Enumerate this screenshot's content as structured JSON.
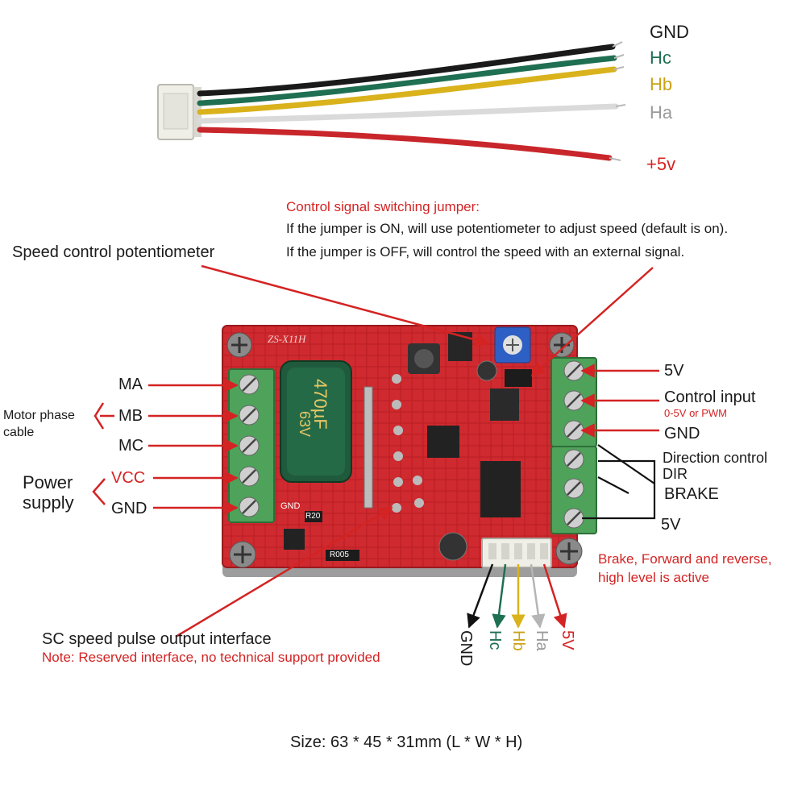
{
  "wire_labels": {
    "gnd": "GND",
    "hc": "Hc",
    "hb": "Hb",
    "ha": "Ha",
    "plus5v": "+5v"
  },
  "jumper_note": {
    "title": "Control signal switching jumper:",
    "line_on": "If the jumper is ON, will use potentiometer to adjust speed (default is on).",
    "line_off": "If  the jumper is OFF, will control the speed with an external signal."
  },
  "potentiometer_label": "Speed control potentiometer",
  "left_terminals": {
    "ma": "MA",
    "mb": "MB",
    "mc": "MC",
    "vcc": "VCC",
    "gnd": "GND"
  },
  "motor_phase_cable": {
    "line1": "Motor phase",
    "line2": "cable"
  },
  "power_supply": {
    "line1": "Power",
    "line2": "supply"
  },
  "right_terminals": {
    "v5_top": "5V",
    "control_input": "Control input",
    "control_input_sub": "0-5V or PWM",
    "gnd": "GND",
    "direction_control": "Direction control",
    "dir": "DIR",
    "brake": "BRAKE",
    "v5_bottom": "5V"
  },
  "brake_note": {
    "line1": "Brake, Forward and reverse,",
    "line2": "high level is active"
  },
  "bottom_connector": {
    "gnd": "GND",
    "hc": "Hc",
    "hb": "Hb",
    "ha": "Ha",
    "v5": "5V"
  },
  "sc_label": {
    "title": "SC speed pulse output interface",
    "note": "Note: Reserved interface, no technical support provided"
  },
  "size_text": "Size: 63 * 45 * 31mm (L * W * H)",
  "board_marks": {
    "model": "ZS-X11H",
    "capacitor_value": "470µF",
    "capacitor_voltage": "63V",
    "resistor_r005": "R005",
    "resistor_r20": "R20",
    "gnd_silk": "GND"
  },
  "colors": {
    "board": "#c8262b",
    "terminal": "#4ea25a",
    "wire_black": "#1a1a1a",
    "wire_green": "#1f6f52",
    "wire_yellow": "#d9b21c",
    "wire_white": "#d9d9d9",
    "wire_red": "#c8262b"
  }
}
